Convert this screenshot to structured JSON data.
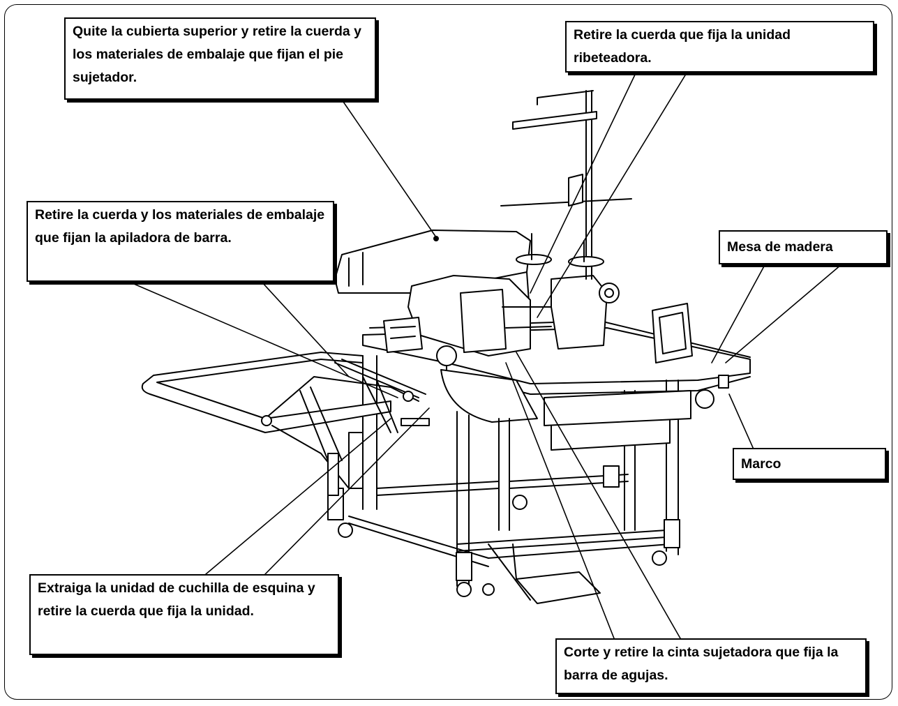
{
  "callouts": {
    "top_cover": "Quite la cubierta superior y retire la cuerda y los materiales de embalaje que fijan el pie sujetador.",
    "piping_unit": "Retire la cuerda que fija la unidad ribeteadora.",
    "bar_stacker": "Retire la cuerda y los materiales de embalaje que fijan la apiladora de barra.",
    "wood_table": "Mesa de madera",
    "frame": "Marco",
    "corner_knife": "Extraiga la unidad de cuchilla de esquina y retire la cuerda que fija la unidad.",
    "needle_bar": "Corte y retire la cinta sujetadora que fija la barra de agujas."
  }
}
